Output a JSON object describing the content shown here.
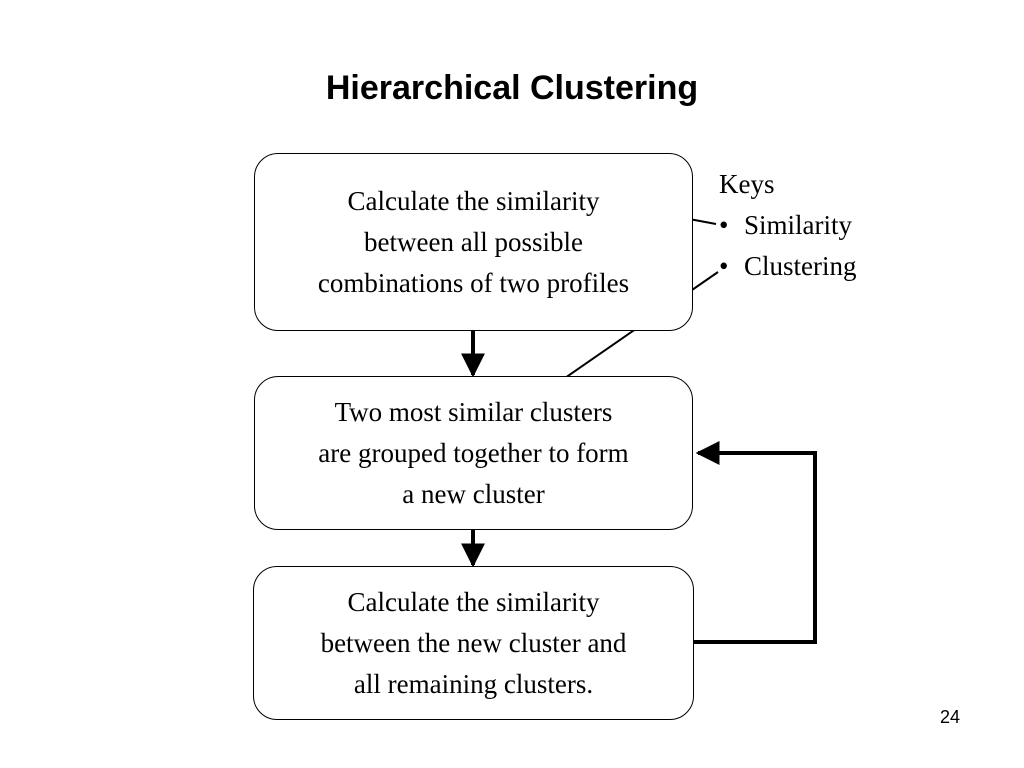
{
  "slide": {
    "title": "Hierarchical Clustering",
    "page_number": "24"
  },
  "steps": [
    {
      "text": "Calculate the similarity\nbetween all possible\ncombinations of two profiles"
    },
    {
      "text": "Two most similar clusters\nare grouped together to form\na new cluster"
    },
    {
      "text": "Calculate the similarity\nbetween the new cluster and\nall remaining clusters."
    }
  ],
  "keys": {
    "title": "Keys",
    "bullet": "•",
    "items": [
      "Similarity",
      "Clustering"
    ]
  },
  "colors": {
    "ink": "#000000",
    "background": "#ffffff"
  }
}
